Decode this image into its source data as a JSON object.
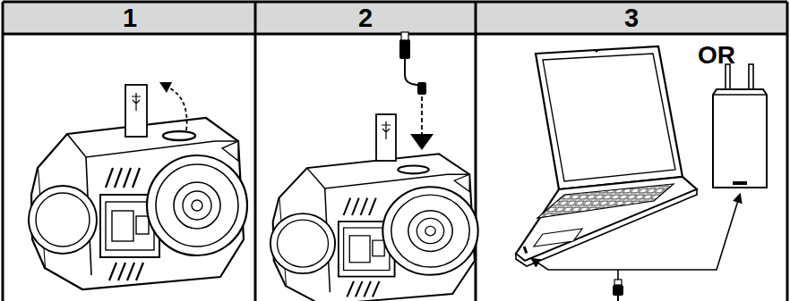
{
  "diagram": {
    "labels": [
      "1",
      "2",
      "3",
      "OR"
    ]
  }
}
